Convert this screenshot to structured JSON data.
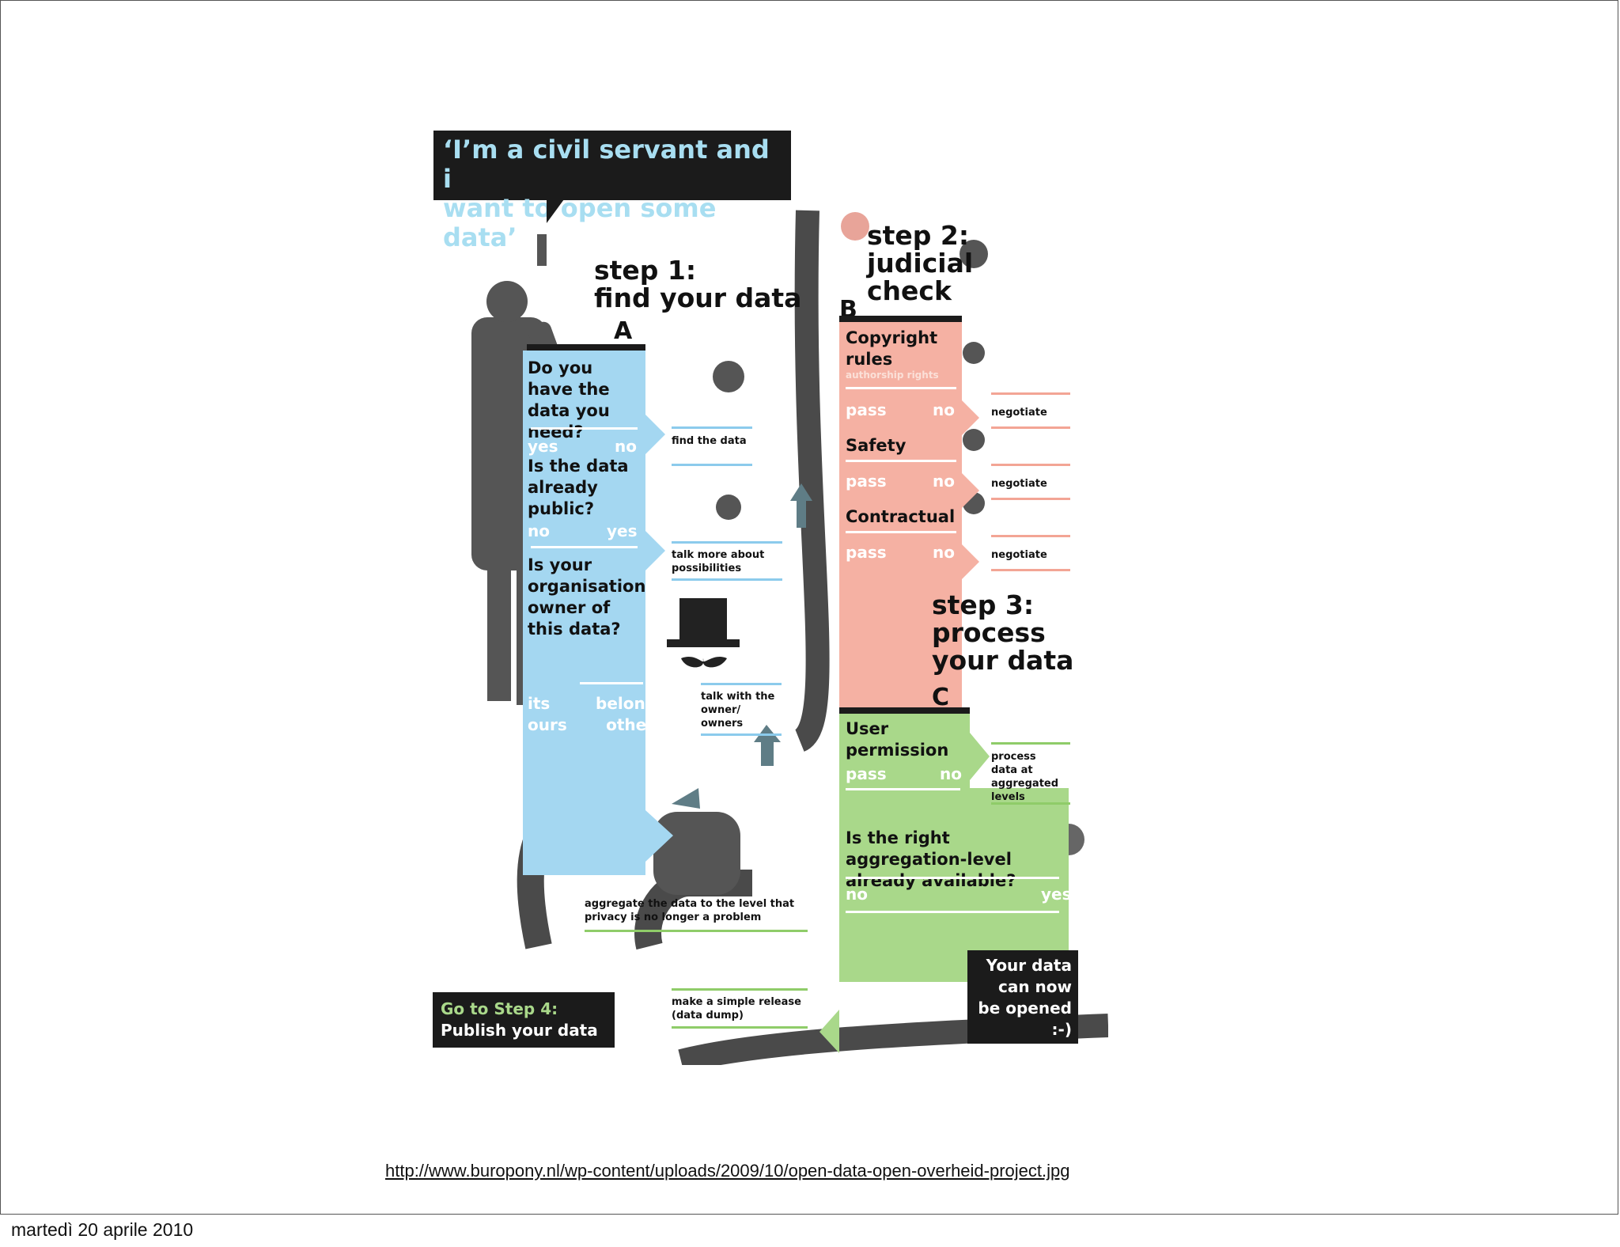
{
  "speech": {
    "line1": "‘I’m a civil servant and i",
    "line2": "want to open some data’"
  },
  "step1": {
    "line1": "step 1:",
    "line2": "find your data",
    "letter": "A"
  },
  "step2": {
    "line1": "step 2:",
    "line2": "judicial",
    "line3": "check",
    "letter": "B"
  },
  "step3": {
    "line1": "step 3:",
    "line2": "process",
    "line3": "your data",
    "letter": "C"
  },
  "a": {
    "q1": "Do you have the data you need?",
    "q1_yes": "yes",
    "q1_no": "no",
    "q2": "Is the data already public?",
    "q2_no": "no",
    "q2_yes": "yes",
    "q3": "Is your organisation owner of this data?",
    "q3_a1": "its",
    "q3_a2": "ours",
    "q3_b1": "belongs",
    "q3_b2": "others",
    "n1": "find the data",
    "n2": "talk more about possibilities",
    "n3": "talk with the owner/ owners"
  },
  "b": {
    "c1": "Copyright rules",
    "c1_sub": "authorship rights",
    "c2": "Safety",
    "c3": "Contractual",
    "pass": "pass",
    "no": "no",
    "negotiate": "negotiate"
  },
  "c": {
    "q1": "User permission",
    "q1_pass": "pass",
    "q1_no": "no",
    "q2": "Is the right aggregation-level already available?",
    "q2_no": "no",
    "q2_yes": "yes",
    "n1": "process data at aggregated levels"
  },
  "bottom": {
    "aggregate": "aggregate the data to the level that privacy is no longer a problem",
    "dump": "make a simple release (data dump)",
    "go_line1": "Go to Step 4:",
    "go_line2": "Publish your data",
    "final": "Your data can now be opened :-)"
  },
  "url": "http://www.buropony.nl/wp-content/uploads/2009/10/open-data-open-overheid-project.jpg",
  "footer_date": "martedì 20 aprile 2010"
}
